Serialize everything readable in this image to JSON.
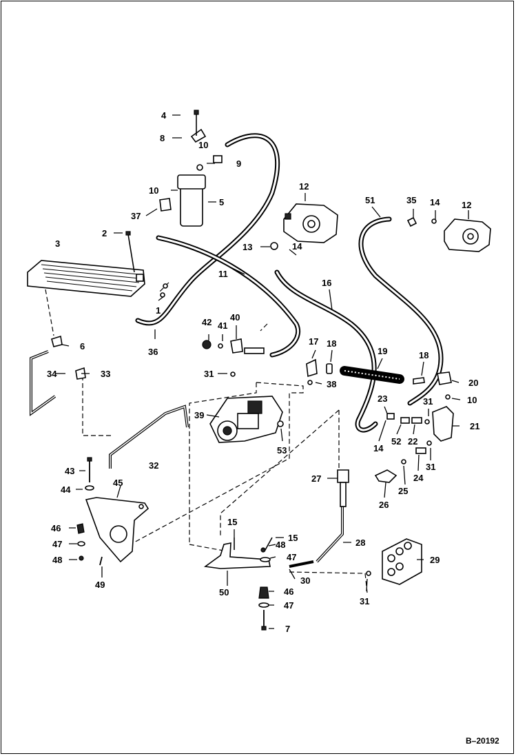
{
  "drawing": {
    "reference": "B–20192",
    "callouts": [
      {
        "text": "4"
      },
      {
        "text": "8"
      },
      {
        "text": "10"
      },
      {
        "text": "9"
      },
      {
        "text": "10"
      },
      {
        "text": "5"
      },
      {
        "text": "37"
      },
      {
        "text": "2"
      },
      {
        "text": "3"
      },
      {
        "text": "11"
      },
      {
        "text": "1"
      },
      {
        "text": "36"
      },
      {
        "text": "6"
      },
      {
        "text": "34"
      },
      {
        "text": "33"
      },
      {
        "text": "12"
      },
      {
        "text": "13"
      },
      {
        "text": "14"
      },
      {
        "text": "16"
      },
      {
        "text": "51"
      },
      {
        "text": "35"
      },
      {
        "text": "14"
      },
      {
        "text": "12"
      },
      {
        "text": "42"
      },
      {
        "text": "41"
      },
      {
        "text": "40"
      },
      {
        "text": "17"
      },
      {
        "text": "18"
      },
      {
        "text": "19"
      },
      {
        "text": "18"
      },
      {
        "text": "20"
      },
      {
        "text": "31"
      },
      {
        "text": "38"
      },
      {
        "text": "10"
      },
      {
        "text": "23"
      },
      {
        "text": "31"
      },
      {
        "text": "39"
      },
      {
        "text": "21"
      },
      {
        "text": "14"
      },
      {
        "text": "52"
      },
      {
        "text": "22"
      },
      {
        "text": "53"
      },
      {
        "text": "32"
      },
      {
        "text": "31"
      },
      {
        "text": "24"
      },
      {
        "text": "43"
      },
      {
        "text": "27"
      },
      {
        "text": "25"
      },
      {
        "text": "45"
      },
      {
        "text": "44"
      },
      {
        "text": "26"
      },
      {
        "text": "15"
      },
      {
        "text": "15"
      },
      {
        "text": "46"
      },
      {
        "text": "28"
      },
      {
        "text": "47"
      },
      {
        "text": "48"
      },
      {
        "text": "48"
      },
      {
        "text": "47"
      },
      {
        "text": "29"
      },
      {
        "text": "49"
      },
      {
        "text": "30"
      },
      {
        "text": "50"
      },
      {
        "text": "46"
      },
      {
        "text": "31"
      },
      {
        "text": "47"
      },
      {
        "text": "7"
      }
    ]
  }
}
